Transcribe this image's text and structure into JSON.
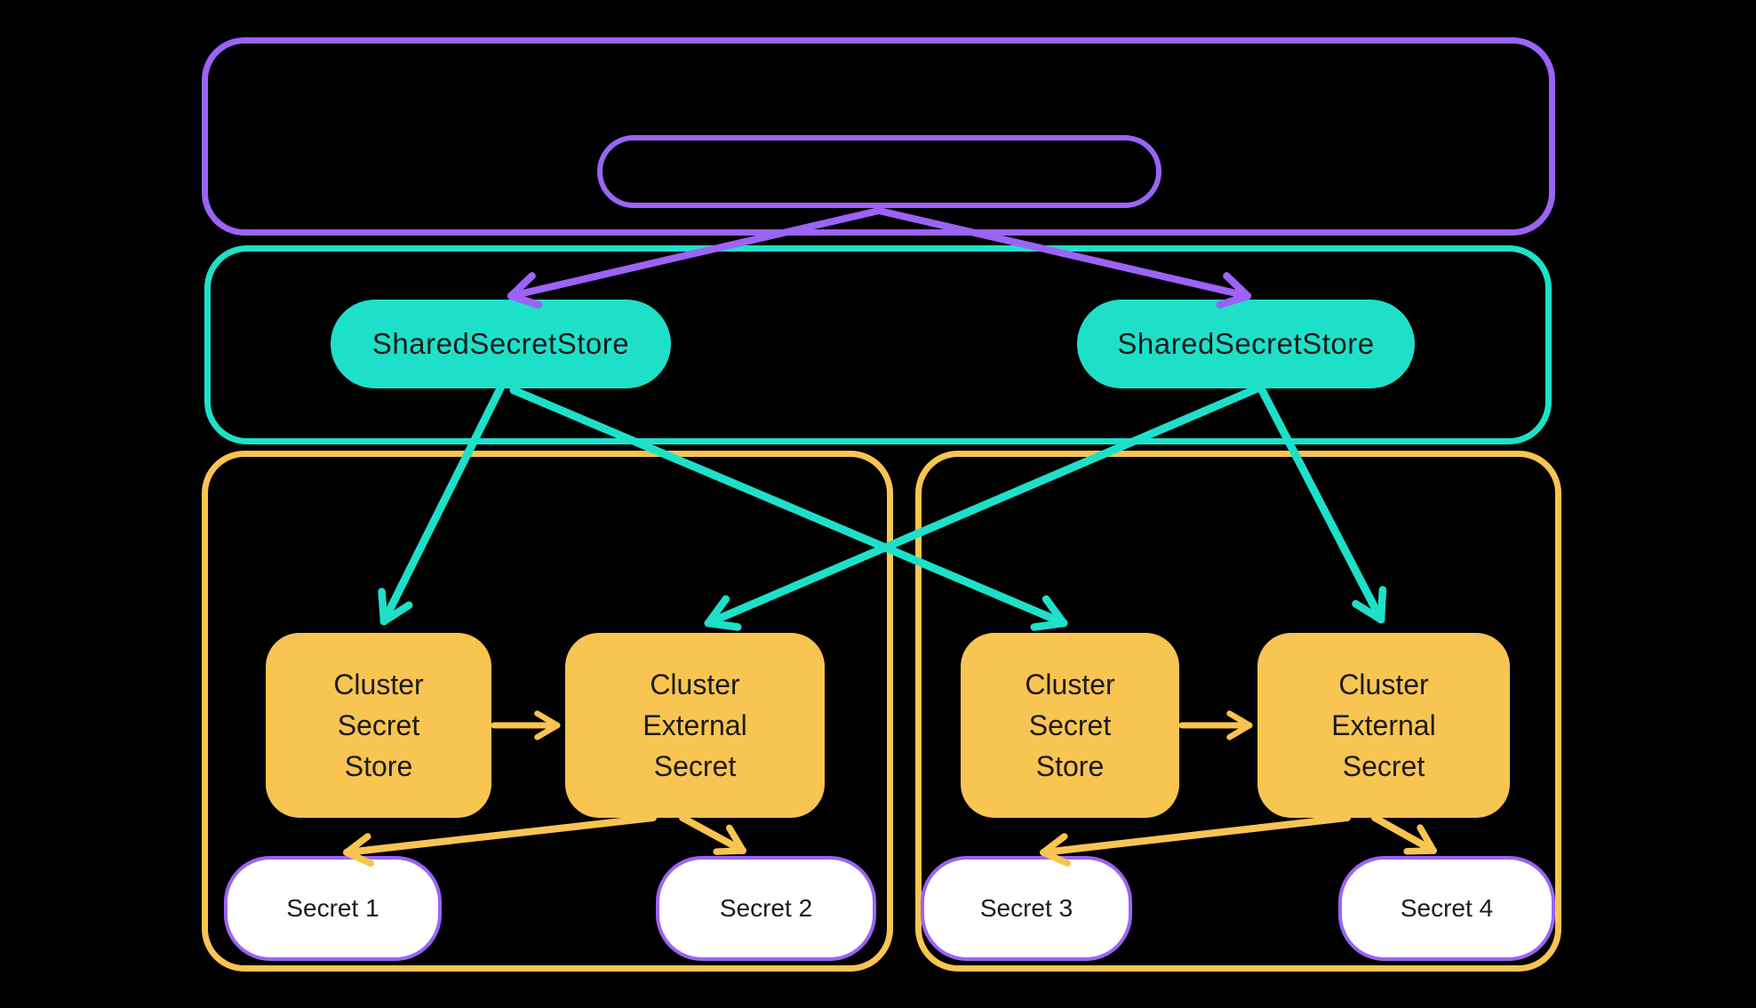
{
  "colors": {
    "background": "#000000",
    "purple": "#9B63F6",
    "teal": "#1EE0C9",
    "yellow": "#F8C452",
    "label_text": "#1B1B1B",
    "secret_fill": "#FFFFFF"
  },
  "shared_secret_stores": [
    {
      "label": "SharedSecretStore"
    },
    {
      "label": "SharedSecretStore"
    }
  ],
  "clusters": [
    {
      "secret_store": {
        "lines": [
          "Cluster",
          "Secret",
          "Store"
        ]
      },
      "external_secret": {
        "lines": [
          "Cluster",
          "External",
          "Secret"
        ]
      },
      "secrets": [
        {
          "label": "Secret 1"
        },
        {
          "label": "Secret 2"
        }
      ]
    },
    {
      "secret_store": {
        "lines": [
          "Cluster",
          "Secret",
          "Store"
        ]
      },
      "external_secret": {
        "lines": [
          "Cluster",
          "External",
          "Secret"
        ]
      },
      "secrets": [
        {
          "label": "Secret 3"
        },
        {
          "label": "Secret 4"
        }
      ]
    }
  ]
}
